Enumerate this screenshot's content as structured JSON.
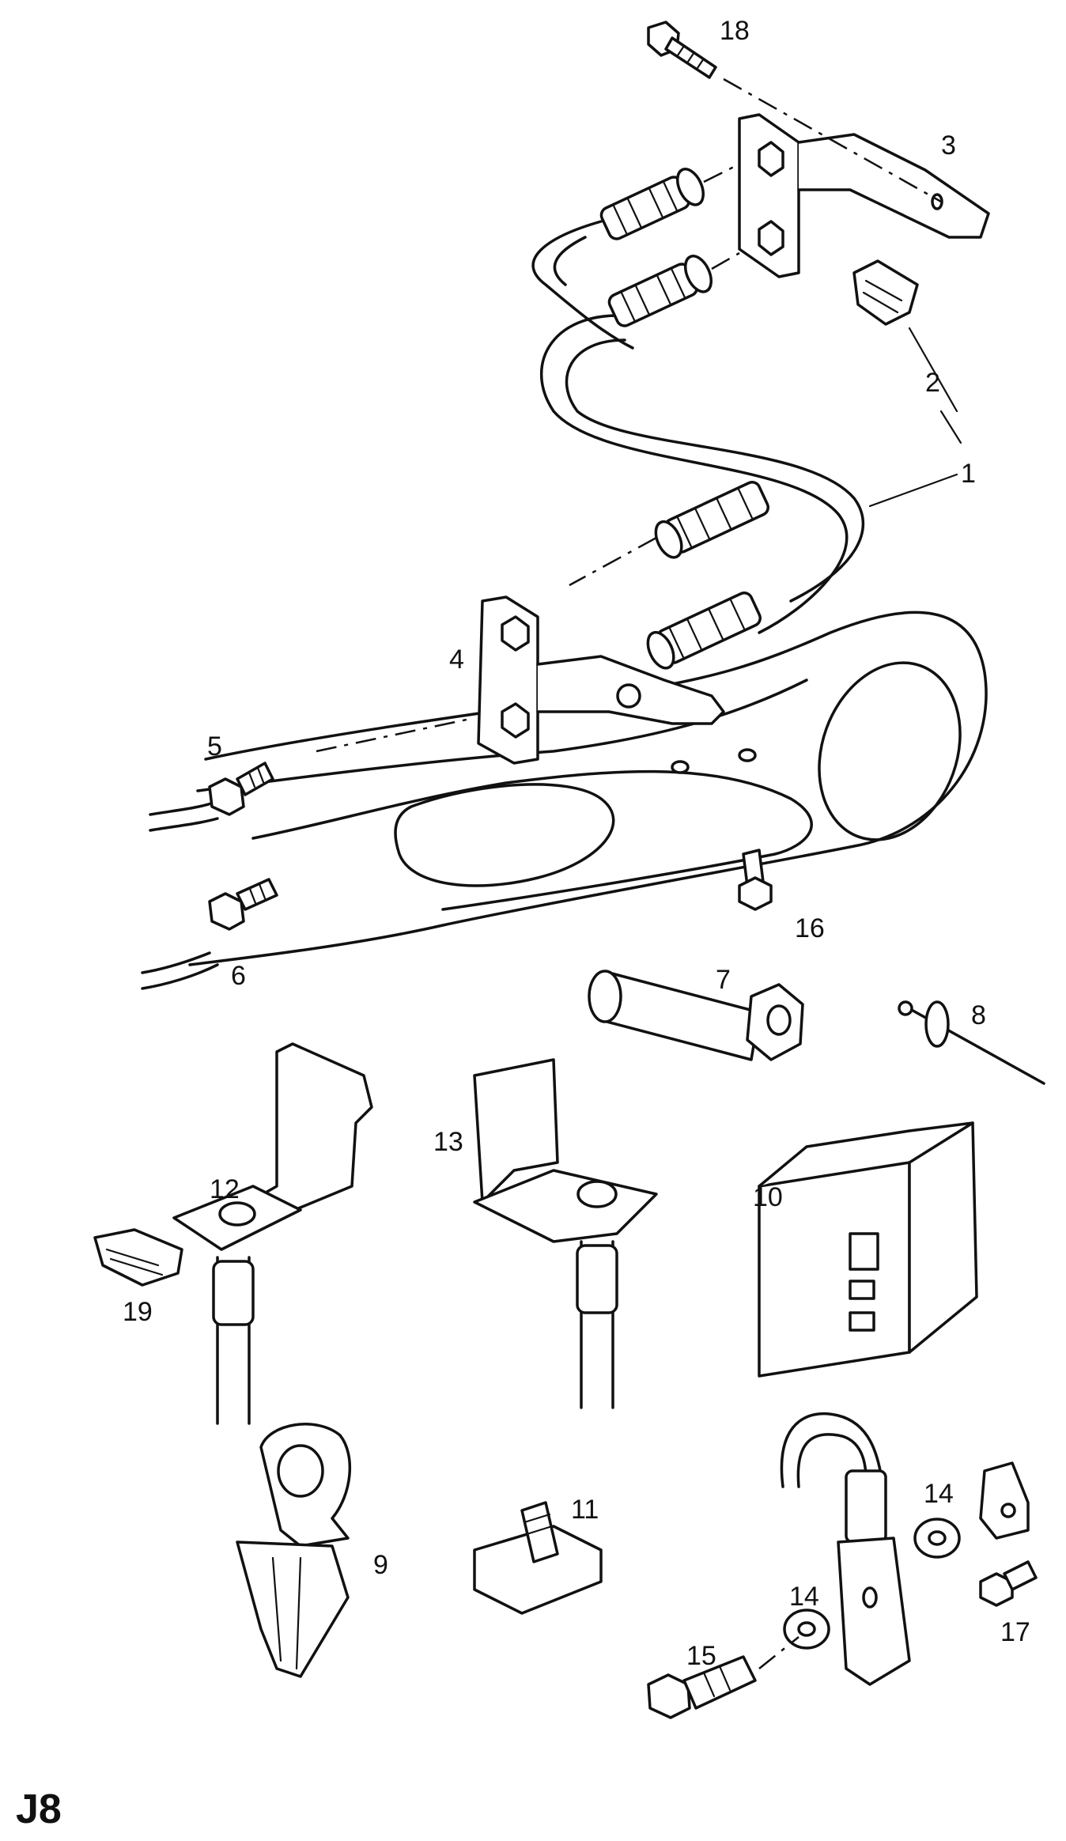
{
  "diagram": {
    "page_code": "J8",
    "callouts": [
      "1",
      "2",
      "3",
      "4",
      "5",
      "6",
      "7",
      "8",
      "9",
      "10",
      "11",
      "12",
      "13",
      "14",
      "14",
      "15",
      "16",
      "17",
      "18",
      "19"
    ]
  }
}
